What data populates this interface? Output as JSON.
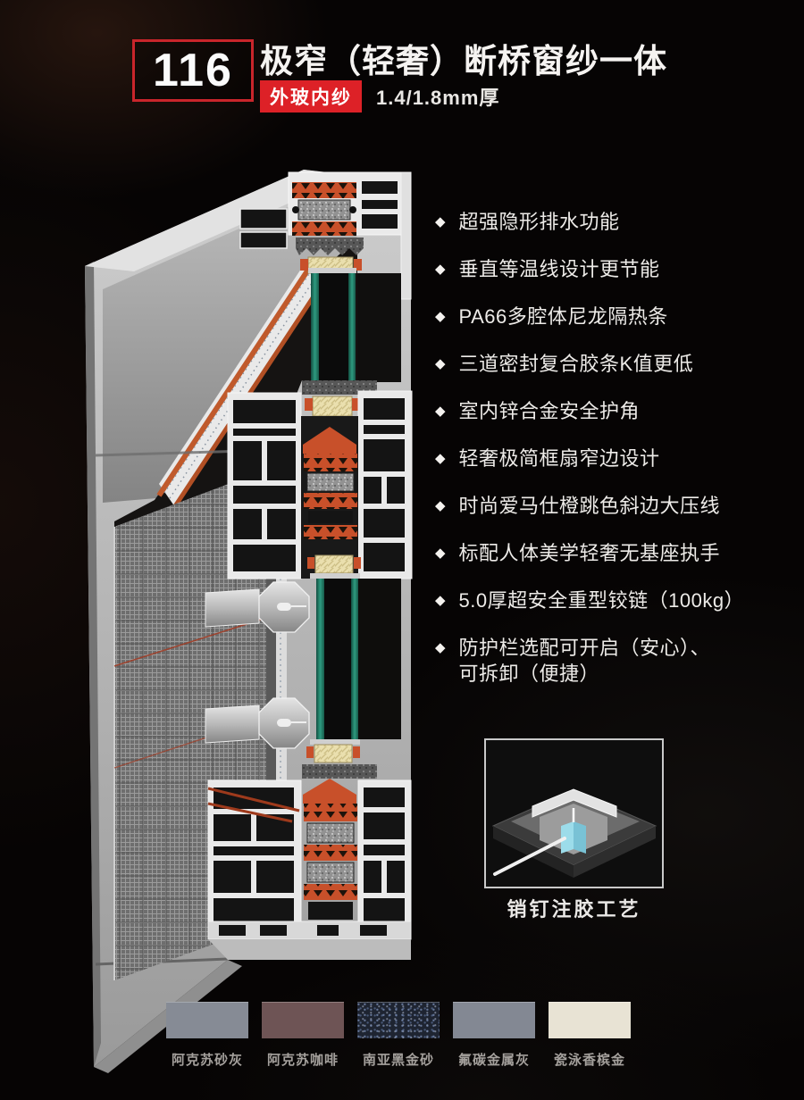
{
  "header": {
    "model_number": "116",
    "title": "极窄（轻奢）断桥窗纱一体",
    "badge": "外玻内纱",
    "thickness": "1.4/1.8mm厚"
  },
  "features": {
    "bullet": "◆",
    "items": [
      [
        "超强隐形排水功能"
      ],
      [
        "垂直等温线设计更节能"
      ],
      [
        "PA66多腔体尼龙隔热条"
      ],
      [
        "三道密封复合胶条K值更低"
      ],
      [
        "室内锌合金安全护角"
      ],
      [
        "轻奢极简框扇窄边设计"
      ],
      [
        "时尚爱马仕橙跳色斜边大压线"
      ],
      [
        "标配人体美学轻奢无基座执手"
      ],
      [
        "5.0厚超安全重型铰链（100kg）"
      ],
      [
        "防护栏选配可开启（安心）、",
        "可拆卸（便捷）"
      ]
    ]
  },
  "inset": {
    "caption": "销钉注胶工艺"
  },
  "render": {
    "name": "window-profile-cutaway-render"
  },
  "swatches": [
    {
      "label": "阿克苏砂灰",
      "color": "#868b95",
      "texture": "plain"
    },
    {
      "label": "阿克苏咖啡",
      "color": "#6e5455",
      "texture": "plain"
    },
    {
      "label": "南亚黑金砂",
      "color": "#1e2431",
      "texture": "speckled"
    },
    {
      "label": "氟碳金属灰",
      "color": "#838893",
      "texture": "plain"
    },
    {
      "label": "瓷泳香槟金",
      "color": "#e8e3d4",
      "texture": "plain"
    }
  ],
  "colors": {
    "accent_red": "#c9252b",
    "badge_red": "#dd2127",
    "thermal_orange": "#c8502a",
    "glass_teal": "#2e9b80",
    "foam_cream": "#eadfae",
    "background": "#060404"
  }
}
